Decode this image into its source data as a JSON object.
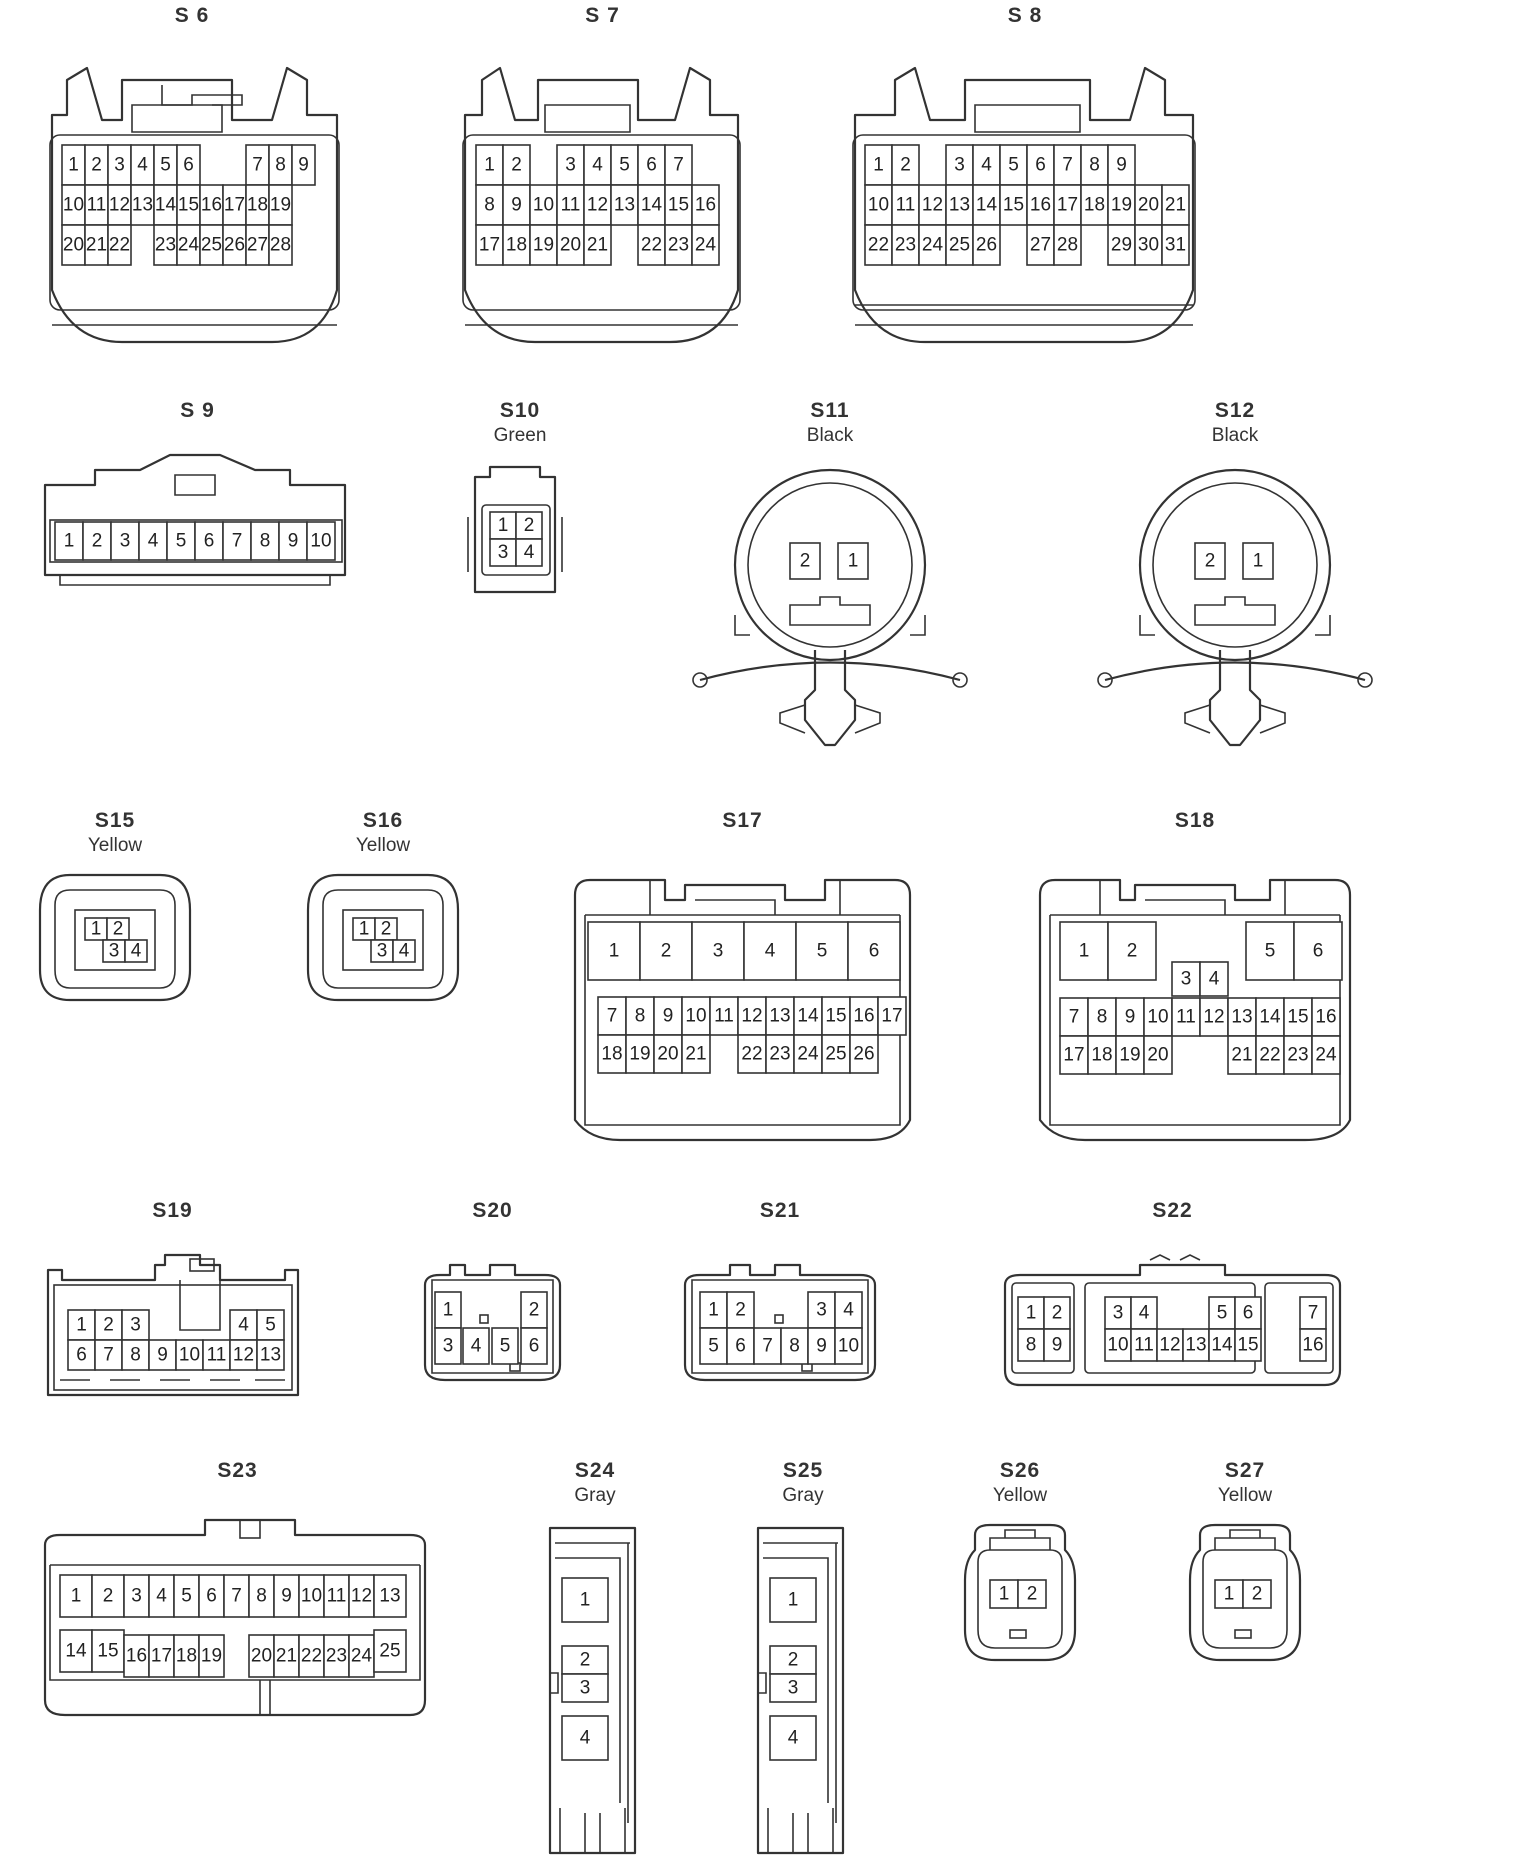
{
  "connectors": [
    {
      "id": "s6",
      "label": "S 6",
      "rows": [
        [
          "1",
          "2",
          "3",
          "4",
          "5",
          "6",
          "",
          "7",
          "8",
          "9"
        ],
        [
          "10",
          "11",
          "12",
          "13",
          "14",
          "15",
          "16",
          "17",
          "18",
          "19"
        ],
        [
          "20",
          "21",
          "22",
          "",
          "23",
          "24",
          "25",
          "26",
          "27",
          "28"
        ]
      ]
    },
    {
      "id": "s7",
      "label": "S 7",
      "rows": [
        [
          "1",
          "2",
          "",
          "3",
          "4",
          "5",
          "6",
          "7"
        ],
        [
          "8",
          "9",
          "10",
          "11",
          "12",
          "13",
          "14",
          "15",
          "16"
        ],
        [
          "17",
          "18",
          "19",
          "20",
          "21",
          "",
          "22",
          "23",
          "24"
        ]
      ]
    },
    {
      "id": "s8",
      "label": "S 8",
      "rows": [
        [
          "1",
          "2",
          "",
          "3",
          "4",
          "5",
          "6",
          "7",
          "8",
          "9"
        ],
        [
          "10",
          "11",
          "12",
          "13",
          "14",
          "15",
          "16",
          "17",
          "18",
          "19",
          "20",
          "21"
        ],
        [
          "22",
          "23",
          "24",
          "25",
          "26",
          "",
          "27",
          "28",
          "",
          "29",
          "30",
          "31"
        ]
      ]
    },
    {
      "id": "s9",
      "label": "S 9",
      "rows": [
        [
          "1",
          "2",
          "3",
          "4",
          "5",
          "6",
          "7",
          "8",
          "9",
          "10"
        ]
      ]
    },
    {
      "id": "s10",
      "label": "S10",
      "color": "Green",
      "rows": [
        [
          "1",
          "2"
        ],
        [
          "3",
          "4"
        ]
      ]
    },
    {
      "id": "s11",
      "label": "S11",
      "color": "Black",
      "rows": [
        [
          "2",
          "1"
        ]
      ]
    },
    {
      "id": "s12",
      "label": "S12",
      "color": "Black",
      "rows": [
        [
          "2",
          "1"
        ]
      ]
    },
    {
      "id": "s15",
      "label": "S15",
      "color": "Yellow",
      "rows": [
        [
          "1",
          "2"
        ],
        [
          "3",
          "4"
        ]
      ]
    },
    {
      "id": "s16",
      "label": "S16",
      "color": "Yellow",
      "rows": [
        [
          "1",
          "2"
        ],
        [
          "3",
          "4"
        ]
      ]
    },
    {
      "id": "s17",
      "label": "S17",
      "rows": [
        [
          "1",
          "2",
          "3",
          "4",
          "5",
          "6"
        ],
        [
          "7",
          "8",
          "9",
          "10",
          "11",
          "12",
          "13",
          "14",
          "15",
          "16",
          "17"
        ],
        [
          "18",
          "19",
          "20",
          "21",
          "",
          "22",
          "23",
          "24",
          "25",
          "26"
        ]
      ]
    },
    {
      "id": "s18",
      "label": "S18",
      "rows": [
        [
          "1",
          "2",
          "3",
          "4",
          "5",
          "6"
        ],
        [
          "7",
          "8",
          "9",
          "10",
          "11",
          "12",
          "13",
          "14",
          "15",
          "16"
        ],
        [
          "17",
          "18",
          "19",
          "20",
          "",
          "21",
          "22",
          "23",
          "24"
        ]
      ]
    },
    {
      "id": "s19",
      "label": "S19",
      "rows": [
        [
          "1",
          "2",
          "3",
          "4",
          "5"
        ],
        [
          "6",
          "7",
          "8",
          "9",
          "10",
          "11",
          "12",
          "13"
        ]
      ]
    },
    {
      "id": "s20",
      "label": "S20",
      "rows": [
        [
          "1",
          "2"
        ],
        [
          "3",
          "4",
          "5",
          "6"
        ]
      ]
    },
    {
      "id": "s21",
      "label": "S21",
      "rows": [
        [
          "1",
          "2",
          "3",
          "4"
        ],
        [
          "5",
          "6",
          "7",
          "8",
          "9",
          "10"
        ]
      ]
    },
    {
      "id": "s22",
      "label": "S22",
      "rows": [
        [
          "1",
          "2",
          "3",
          "4",
          "5",
          "6",
          "7"
        ],
        [
          "8",
          "9",
          "10",
          "11",
          "12",
          "13",
          "14",
          "15",
          "16"
        ]
      ]
    },
    {
      "id": "s23",
      "label": "S23",
      "rows": [
        [
          "1",
          "2",
          "3",
          "4",
          "5",
          "6",
          "7",
          "8",
          "9",
          "10",
          "11",
          "12",
          "13"
        ],
        [
          "14",
          "15",
          "16",
          "17",
          "18",
          "19",
          "20",
          "21",
          "22",
          "23",
          "24",
          "25"
        ]
      ]
    },
    {
      "id": "s24",
      "label": "S24",
      "color": "Gray",
      "rows": [
        [
          "1"
        ],
        [
          "2"
        ],
        [
          "3"
        ],
        [
          "4"
        ]
      ]
    },
    {
      "id": "s25",
      "label": "S25",
      "color": "Gray",
      "rows": [
        [
          "1"
        ],
        [
          "2"
        ],
        [
          "3"
        ],
        [
          "4"
        ]
      ]
    },
    {
      "id": "s26",
      "label": "S26",
      "color": "Yellow",
      "rows": [
        [
          "1",
          "2"
        ]
      ]
    },
    {
      "id": "s27",
      "label": "S27",
      "color": "Yellow",
      "rows": [
        [
          "1",
          "2"
        ]
      ]
    }
  ]
}
